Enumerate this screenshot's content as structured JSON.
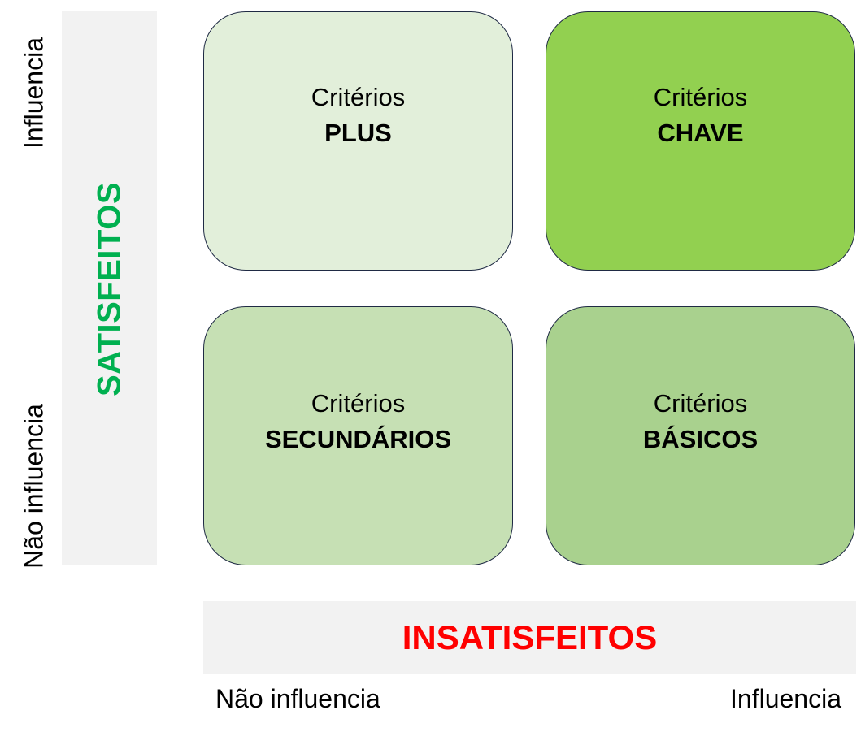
{
  "y_axis": {
    "band_label": "SATISFEITOS",
    "high_label": "Influencia",
    "low_label": "Não influencia",
    "band_color": "#00b050"
  },
  "x_axis": {
    "band_label": "INSATISFEITOS",
    "low_label": "Não influencia",
    "high_label": "Influencia",
    "band_color": "#ff0000"
  },
  "quadrants": [
    {
      "line1": "Critérios",
      "line2": "PLUS",
      "color": "#e2efda"
    },
    {
      "line1": "Critérios",
      "line2": "CHAVE",
      "color": "#92d050"
    },
    {
      "line1": "Critérios",
      "line2": "SECUNDÁRIOS",
      "color": "#c6e0b4"
    },
    {
      "line1": "Critérios",
      "line2": "BÁSICOS",
      "color": "#a9d18e"
    }
  ]
}
